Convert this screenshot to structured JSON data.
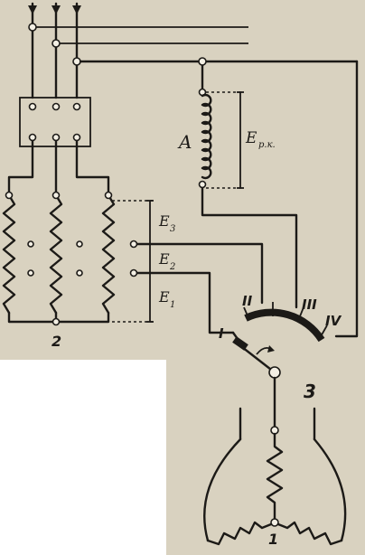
{
  "labels": {
    "winding_a": "A",
    "e_rk": "E",
    "e_rk_sub": "р.к.",
    "e3": "E",
    "e3_sub": "3",
    "e2": "E",
    "e2_sub": "2",
    "e1": "E",
    "e1_sub": "1",
    "transformer_num": "2",
    "switch_num": "3",
    "motor_num": "1",
    "pos_1": "I",
    "pos_2": "II",
    "pos_3": "III",
    "pos_4": "IV"
  }
}
